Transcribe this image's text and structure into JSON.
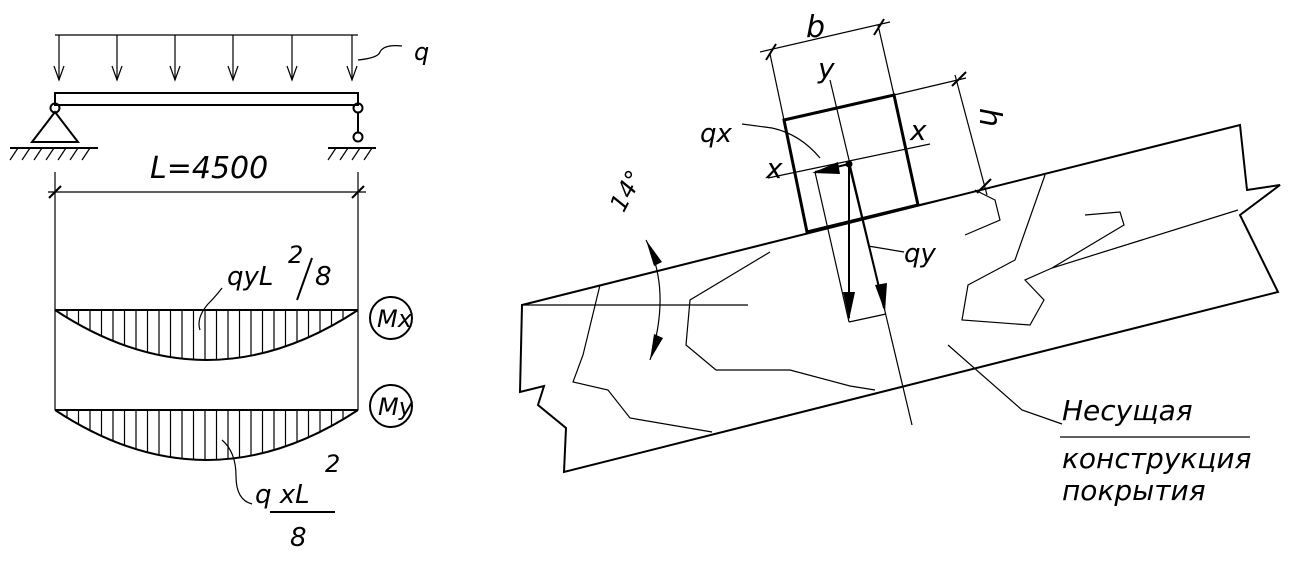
{
  "beam": {
    "load_label": "q",
    "span_label": "L=4500",
    "moment_x_tag": "Mx",
    "moment_y_tag": "My",
    "moment_x_formula": {
      "num": "qyL",
      "exp": "2",
      "den": "8"
    },
    "moment_y_formula": {
      "num": "q xL",
      "exp": "2",
      "den": "8"
    }
  },
  "section": {
    "width_label": "b",
    "height_label": "h",
    "axis_y_label": "y",
    "axis_x_left_label": "x",
    "axis_x_right_label": "x",
    "force_qx_label": "qx",
    "force_qy_label": "qy",
    "angle_label": "14°",
    "structure_label_line1": "Несущая",
    "structure_label_line2": "конструкция",
    "structure_label_line3": "покрытия"
  }
}
